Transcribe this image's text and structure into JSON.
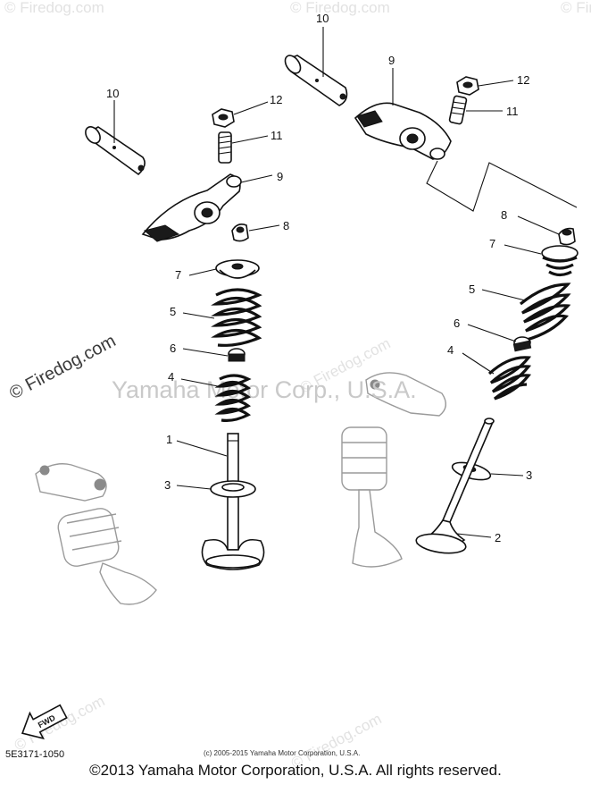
{
  "watermark": {
    "main": "Yamaha Motor Corp., U.S.A.",
    "site": "© Firedog.com",
    "faint": "© Firedog.com"
  },
  "labels": {
    "left_10": "10",
    "left_12": "12",
    "left_11": "11",
    "left_9": "9",
    "left_8": "8",
    "left_7": "7",
    "left_5": "5",
    "left_6": "6",
    "left_4": "4",
    "left_1": "1",
    "left_3": "3",
    "right_10": "10",
    "right_9": "9",
    "right_12": "12",
    "right_11": "11",
    "right_8": "8",
    "right_7": "7",
    "right_5": "5",
    "right_6": "6",
    "right_4": "4",
    "right_3": "3",
    "right_2": "2"
  },
  "fwd_label": "FWD",
  "part_code": "5E3171-1050",
  "small_copyright": "(c) 2005-2015 Yamaha Motor Corporation, U.S.A.",
  "copyright": "©2013 Yamaha Motor Corporation, U.S.A. All rights reserved."
}
